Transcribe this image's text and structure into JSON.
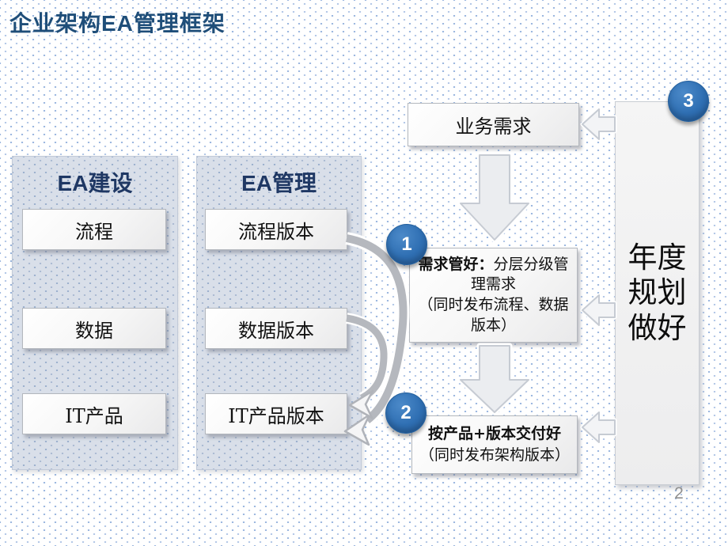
{
  "slide": {
    "title": "企业架构EA管理框架",
    "page_number": "2"
  },
  "panels": [
    {
      "header": "EA建设",
      "items": [
        "流程",
        "数据",
        "IT产品"
      ]
    },
    {
      "header": "EA管理",
      "items": [
        "流程版本",
        "数据版本",
        "IT产品版本"
      ]
    }
  ],
  "flow": {
    "business_need": "业务需求",
    "requirement_box": {
      "lead": "需求管好：",
      "body": "分层分级管理需求",
      "note": "（同时发布流程、数据版本）"
    },
    "delivery_box": {
      "lead": "按产品+版本交付好",
      "note": "（同时发布架构版本）"
    },
    "annual_plan": {
      "lines": [
        "年度",
        "规划",
        "做好"
      ]
    },
    "badges": {
      "one": "1",
      "two": "2",
      "three": "3"
    }
  },
  "colors": {
    "title": "#1f4e79",
    "panel_header": "#1f3864",
    "badge_blue": "#2f6fb3",
    "panel_bg": "#d9dfe9",
    "arrow_gray": "#b5b8be"
  }
}
